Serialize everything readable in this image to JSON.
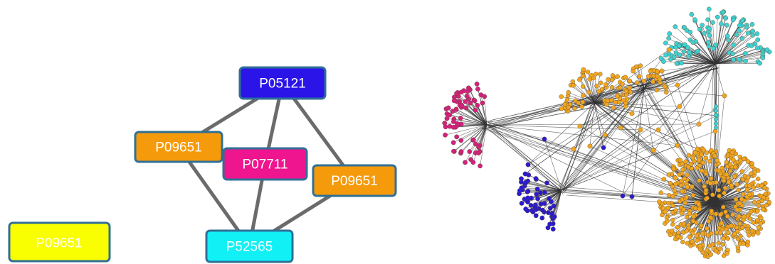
{
  "colors": {
    "blue": "#2a14e8",
    "orange": "#f59a0a",
    "magenta": "#ee158e",
    "cyan": "#11f0f5",
    "yellow": "#f9ff00",
    "border": "#2f6f96",
    "edge": "#6b6b6b",
    "network_orange": "#f2a51f",
    "network_magenta": "#d2217e",
    "network_blue": "#2a1bd0",
    "network_cyan": "#3fd1d4"
  },
  "single_node": {
    "label": "P09651",
    "color": "yellow"
  },
  "graph": {
    "nodes": [
      {
        "id": "n1",
        "label": "P05121",
        "color": "blue"
      },
      {
        "id": "n2",
        "label": "P09651",
        "color": "orange"
      },
      {
        "id": "n3",
        "label": "P07711",
        "color": "magenta"
      },
      {
        "id": "n4",
        "label": "P09651",
        "color": "orange"
      },
      {
        "id": "n5",
        "label": "P52565",
        "color": "cyan"
      }
    ],
    "edges": [
      [
        "n1",
        "n2"
      ],
      [
        "n1",
        "n3"
      ],
      [
        "n1",
        "n4"
      ],
      [
        "n2",
        "n5"
      ],
      [
        "n3",
        "n5"
      ],
      [
        "n4",
        "n5"
      ]
    ]
  },
  "network": {
    "clusters": [
      {
        "name": "magenta-cluster",
        "color": "network_magenta",
        "size": 70
      },
      {
        "name": "blue-cluster",
        "color": "network_blue",
        "size": 60
      },
      {
        "name": "cyan-cluster",
        "color": "network_cyan",
        "size": 110
      },
      {
        "name": "orange-cluster-1",
        "color": "network_orange",
        "size": 70
      },
      {
        "name": "orange-cluster-2",
        "color": "network_orange",
        "size": 40
      },
      {
        "name": "orange-cluster-large",
        "color": "network_orange",
        "size": 420
      }
    ]
  }
}
